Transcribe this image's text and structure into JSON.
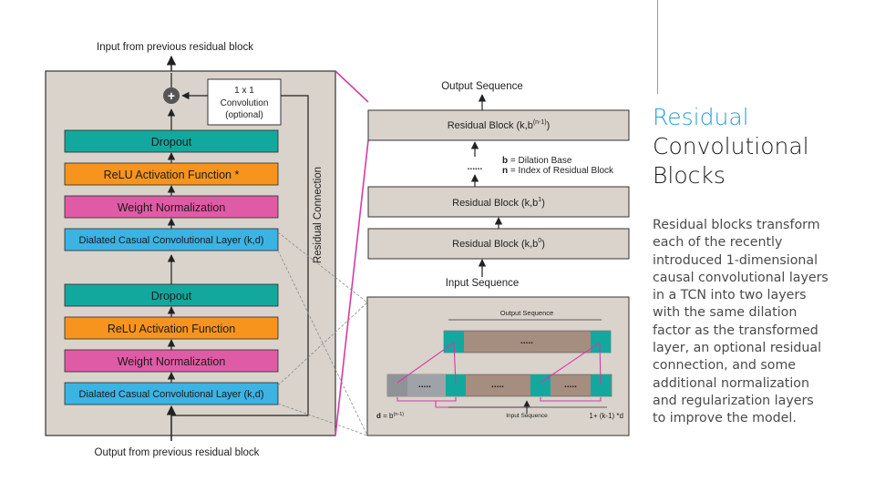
{
  "slide": {
    "title_lines": [
      "Residual",
      "Convolutional",
      "Blocks"
    ],
    "body_text": "Residual blocks transform\neach of the recently\nintroduced 1-dimensional\ncausal convolutional  layers\nin a TCN into two layers\nwith the same dilation\nfactor as the transformed\nlayer, an optional residual\nconnection, and some\nadditional normalization\nand regularization layers\nto improve the model."
  },
  "left_block": {
    "top_label": "Input from previous residual block",
    "bottom_label": "Output from previous residual block",
    "plus_symbol": "+",
    "conv_1x1": [
      "1 x 1",
      "Convolution",
      "(optional)"
    ],
    "residual_connection": "Residual Connection",
    "upper_stack": [
      "Dropout",
      "ReLU Activation Function *",
      "Weight Normalization",
      "Dialated Casual Convolutional Layer (k,d)"
    ],
    "lower_stack": [
      "Dropout",
      "ReLU Activation Function",
      "Weight Normalization",
      "Dialated Casual Convolutional Layer (k,d)"
    ]
  },
  "right_stack": {
    "output_label": "Output Sequence",
    "input_label": "Input Sequence",
    "block_top": {
      "text": "Residual Block (k,b",
      "sup": "(n-1)",
      "close": ")"
    },
    "dots": "......",
    "legend_b": {
      "key": "b",
      "text": " = Dilation Base"
    },
    "legend_n": {
      "key": "n",
      "text": " = Index of Residual Block"
    },
    "block_mid": {
      "text": "Residual Block (k,b",
      "sup": "1",
      "close": ")"
    },
    "block_bot": {
      "text": "Residual Block (k,b",
      "sup": "0",
      "close": ")"
    }
  },
  "detail": {
    "output_label": "Output Sequence",
    "input_label": "Input Sequence",
    "dots": ".....",
    "d_label": {
      "key": "d",
      "text": " = b",
      "sup": "(n-1)"
    },
    "size_label": "1+ (k-1) *d"
  },
  "colors": {
    "block_bg": "#d9d3cb",
    "teal": "#13a89e",
    "orange": "#f7941d",
    "pink": "#e05ba6",
    "blue": "#3bb3e3",
    "brown": "#a58d7f",
    "magenta": "#d63ba5",
    "accent_title": "#2a9fd6"
  }
}
